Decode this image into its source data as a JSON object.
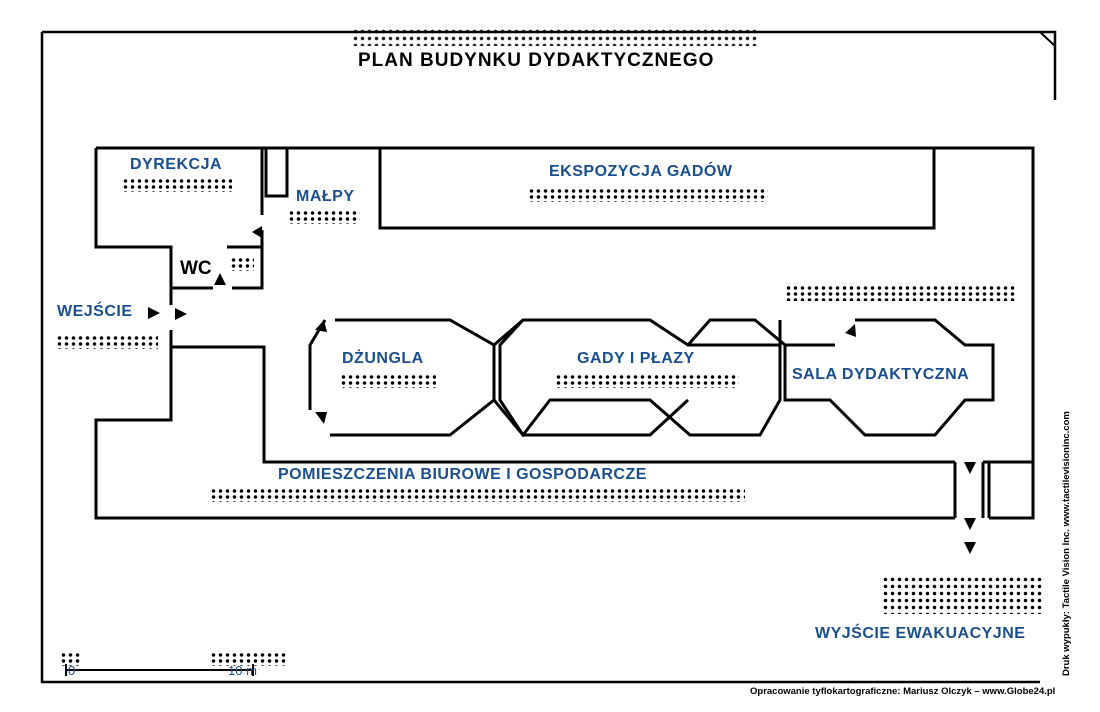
{
  "map": {
    "title": "PLAN BUDYNKU DYDAKTYCZNEGO",
    "rooms": {
      "dyrekcja": "DYREKCJA",
      "malpy": "MAŁPY",
      "ekspozycja": "EKSPOZYCJA GADÓW",
      "wc": "WC",
      "wejscie": "WEJŚCIE",
      "dzungla": "DŻUNGLA",
      "gady_plazy": "GADY I PŁAZY",
      "sala": "SALA DYDAKTYCZNA",
      "pomieszczenia": "POMIESZCZENIA BIUROWE I GOSPODARCZE",
      "wyjscie": "WYJŚCIE EWAKUACYJNE"
    },
    "scale": {
      "zero": "0",
      "ten": "10 m"
    },
    "credit": "Opracowanie tyflokartograficzne: Mariusz Olczyk – www.Globe24.pl",
    "print_credit": "Druk wypukły: Tactile Vision Inc. www.tactilevisioninc.com",
    "colors": {
      "label": "#1a4f8f",
      "lines": "#000000"
    }
  }
}
